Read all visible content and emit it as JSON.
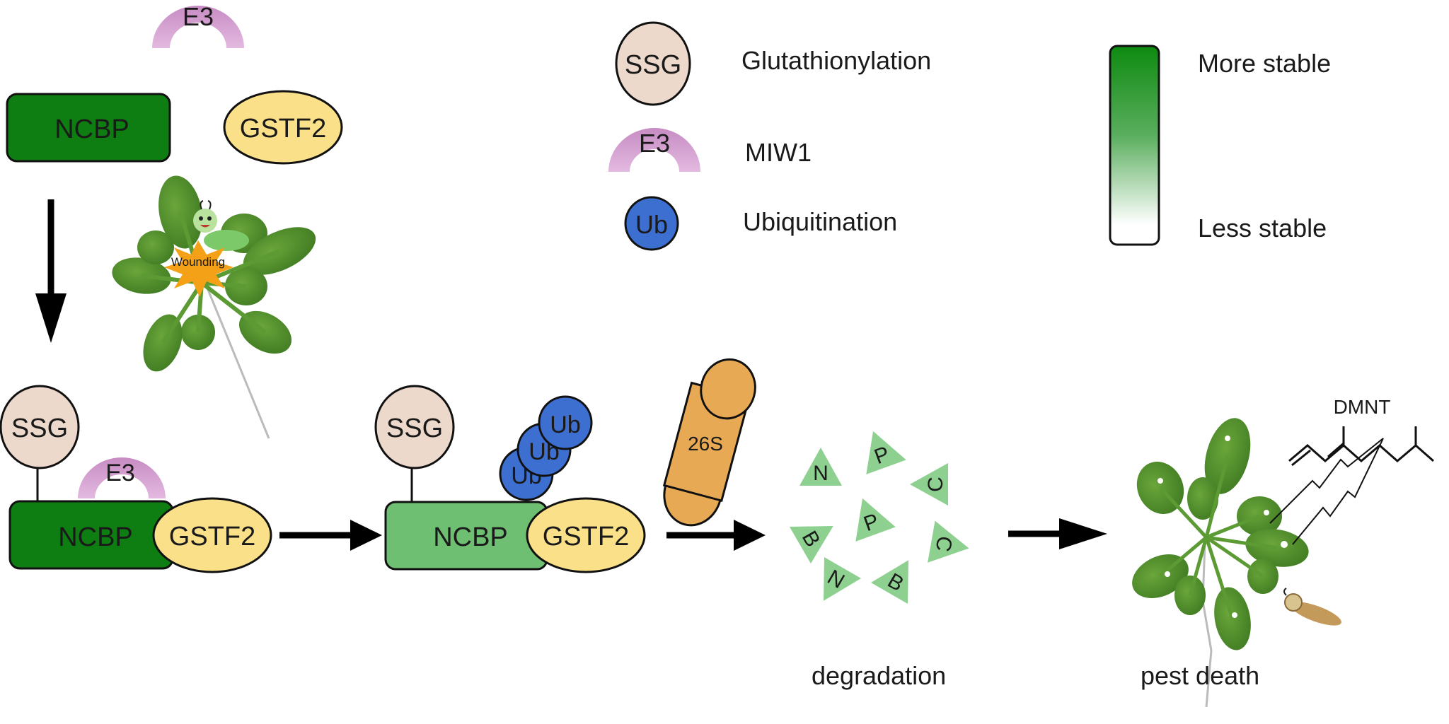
{
  "colors": {
    "ncbp_stable": "#0e7d12",
    "ncbp_less_stable": "#6fbf72",
    "gstf2": "#fbe08a",
    "ssg": "#ecd9cb",
    "e3": "#d49fd0",
    "ub": "#3d6fd0",
    "proteasome": "#e8a954",
    "fragment": "#8dd08f",
    "wounding": "#f4a118",
    "outline": "#111111"
  },
  "top_left": {
    "e3_label": "E3",
    "ncbp_label": "NCBP",
    "gstf2_label": "GSTF2",
    "wounding_label": "Wounding"
  },
  "legend": {
    "items": [
      {
        "symbol": "SSG",
        "label": "Glutathionylation"
      },
      {
        "symbol": "E3",
        "label": "MIW1"
      },
      {
        "symbol": "Ub",
        "label": "Ubiquitination"
      }
    ],
    "stability": {
      "top": "More stable",
      "bottom": "Less stable"
    }
  },
  "complex1": {
    "ssg_label": "SSG",
    "e3_label": "E3",
    "ncbp_label": "NCBP",
    "gstf2_label": "GSTF2"
  },
  "complex2": {
    "ssg_label": "SSG",
    "ub_labels": [
      "Ub",
      "Ub",
      "Ub"
    ],
    "ncbp_label": "NCBP",
    "gstf2_label": "GSTF2"
  },
  "proteasome": {
    "label": "26S"
  },
  "fragments": [
    "N",
    "P",
    "C",
    "P",
    "B",
    "C",
    "N",
    "B"
  ],
  "captions": {
    "degradation": "degradation",
    "pest_death": "pest death",
    "dmnt": "DMNT"
  }
}
